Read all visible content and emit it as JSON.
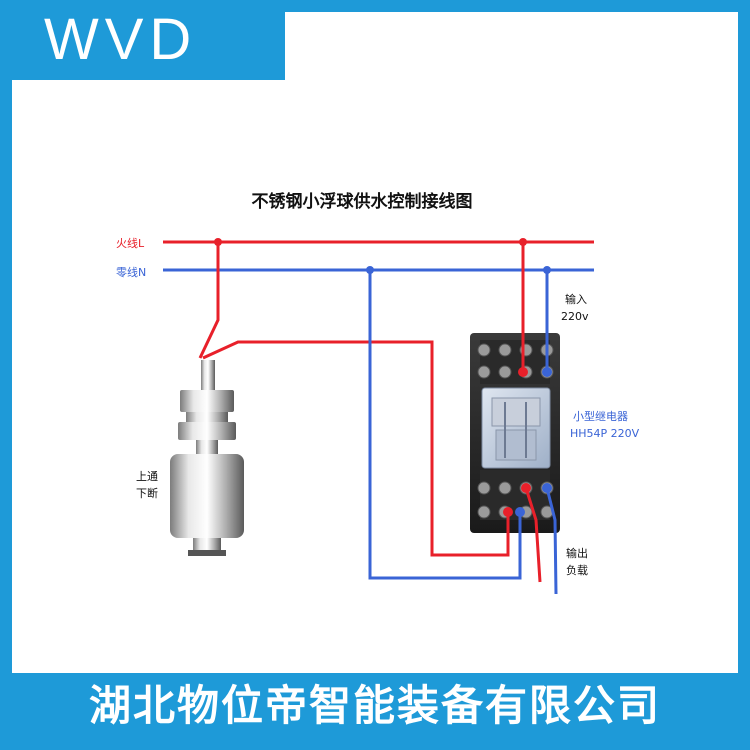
{
  "brand": {
    "logo_text": "WVD"
  },
  "diagram": {
    "title": "不锈钢小浮球供水控制接线图",
    "live_wire_label": "火线L",
    "neutral_wire_label": "零线N",
    "input_label_line1": "输入",
    "input_label_line2": "220v",
    "relay_label_line1": "小型继电器",
    "relay_label_line2": "HH54P 220V",
    "float_label_line1": "上通",
    "float_label_line2": "下断",
    "output_label_line1": "输出",
    "output_label_line2": "负载"
  },
  "colors": {
    "live": "#e8202a",
    "neutral": "#3a64d6",
    "accent": "#1e9ad8"
  },
  "footer": {
    "company": "湖北物位帝智能装备有限公司"
  }
}
